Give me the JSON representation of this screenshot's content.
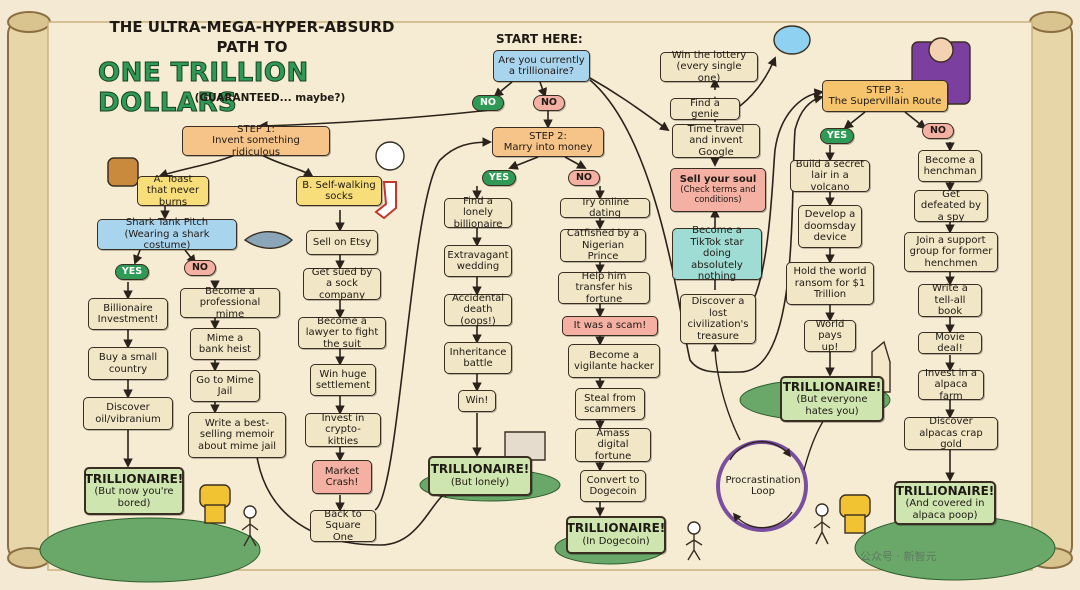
{
  "title": {
    "line1": "THE ULTRA-MEGA-HYPER-ABSURD",
    "line2": "PATH TO",
    "line3": "ONE TRILLION DOLLARS",
    "line4": "(GUARANTEED... maybe?)"
  },
  "start": {
    "label": "START HERE:",
    "question": "Are you currently a trillionaire?"
  },
  "labels": {
    "no": "NO",
    "yes": "YES"
  },
  "step1": {
    "title": "STEP 1:",
    "subtitle": "Invent something ridiculous",
    "a": "A. Toast that never burns",
    "b": "B. Self-walking socks",
    "shark": "Shark Tank Pitch (Wearing a shark costume)",
    "yes_path": [
      "Billionaire Investment!",
      "Buy a small country",
      "Discover oil/vibranium"
    ],
    "yes_end_title": "TRILLIONAIRE!",
    "yes_end_sub": "(But now you're bored)",
    "no_path": [
      "Become a professional mime",
      "Mime a bank heist",
      "Go to Mime Jail",
      "Write a best-selling memoir about mime jail"
    ],
    "socks_path": [
      "Sell on Etsy",
      "Get sued by a sock company",
      "Become a lawyer to fight the suit",
      "Win huge settlement",
      "Invest in crypto-kitties"
    ],
    "crash": "Market Crash!",
    "back": "Back to Square One"
  },
  "step2": {
    "title": "STEP 2:",
    "subtitle": "Marry into money",
    "yes_path": [
      "Find a lonely billionaire",
      "Extravagant wedding",
      "Accidental death (oops!)",
      "Inheritance battle",
      "Win!"
    ],
    "yes_end_title": "TRILLIONAIRE!",
    "yes_end_sub": "(But lonely)",
    "no_path": [
      "Try online dating",
      "Catfished by a Nigerian Prince",
      "Help him transfer his fortune"
    ],
    "scam": "It was a scam!",
    "no_path2": [
      "Become a vigilante hacker",
      "Steal from scammers",
      "Amass digital fortune",
      "Convert to Dogecoin"
    ],
    "no_end_title": "TRILLIONAIRE!",
    "no_end_sub": "(In Dogecoin)"
  },
  "middle": {
    "lottery": "Win the lottery (every single one)",
    "genie": "Find a genie",
    "timetravel": "Time travel and invent Google",
    "soul": "Sell your soul",
    "soul_sub": "(Check terms and conditions)",
    "tiktok": "Become a TikTok star doing absolutely nothing",
    "treasure": "Discover a lost civilization's treasure",
    "procrastination": "Procrastination Loop"
  },
  "step3": {
    "title": "STEP 3:",
    "subtitle": "The Supervillain Route",
    "yes_path": [
      "Build a secret lair in a volcano",
      "Develop a doomsday device",
      "Hold the world ransom for $1 Trillion",
      "World pays up!"
    ],
    "yes_end_title": "TRILLIONAIRE!",
    "yes_end_sub": "(But everyone hates you)",
    "no_path": [
      "Become a henchman",
      "Get defeated by a spy",
      "Join a support group for former henchmen",
      "Write a tell-all book",
      "Movie deal!",
      "Invest in a alpaca farm",
      "Discover alpacas crap gold"
    ],
    "no_end_title": "TRILLIONAIRE!",
    "no_end_sub": "(And covered in alpaca poop)"
  },
  "watermark": "公众号 · 新智元",
  "colors": {
    "parchment": "#f4ead3",
    "scroll": "#e7d6a8",
    "ink": "#3a2e22",
    "green": "#2f9a55",
    "orange": "#f6c488",
    "yellow": "#f7de7a",
    "blue": "#a9d4ee",
    "red": "#f4b0a3",
    "money": "#6aa86a"
  }
}
